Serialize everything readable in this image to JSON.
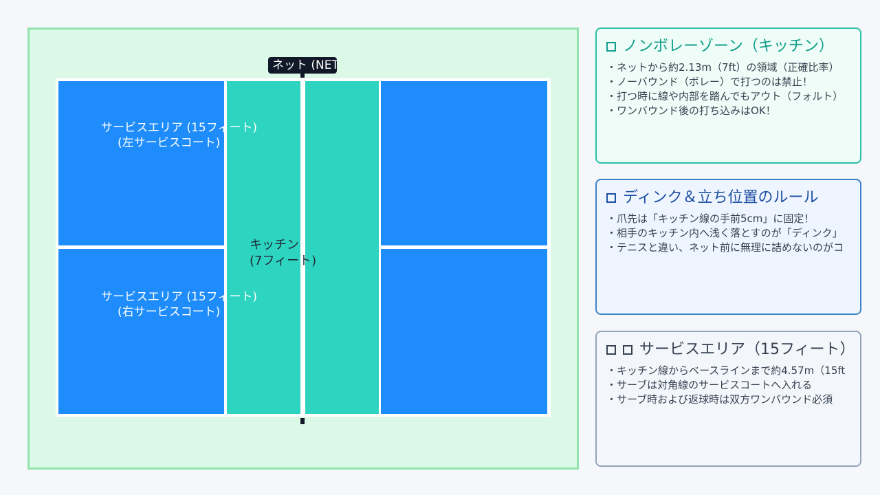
{
  "court": {
    "net_label": "ネット (NET)",
    "service_left": {
      "line1": "サービスエリア (15フィート)",
      "line2": "(左サービスコート)"
    },
    "service_right": {
      "line1": "サービスエリア (15フィート)",
      "line2": "(右サービスコート)"
    },
    "kitchen": {
      "line1": "キッチン",
      "line2": "(7フィート)"
    },
    "colors": {
      "service_area": "#1e8cfb",
      "kitchen": "#2dd4bf",
      "frame": "#dcf8e6",
      "net": "#111827"
    }
  },
  "panels": {
    "nvz": {
      "title": "ノンボレーゾーン（キッチン）",
      "icon": "checkbox-icon",
      "items": [
        "ネットから約2.13m（7ft）の領域（正確比率）",
        "ノーバウンド（ボレー）で打つのは禁止！",
        "打つ時に線や内部を踏んでもアウト（フォルト）",
        "ワンバウンド後の打ち込みはOK！"
      ]
    },
    "dink": {
      "title": "ディンク＆立ち位置のルール",
      "icon": "checkbox-icon",
      "items": [
        "爪先は「キッチン線の手前5cm」に固定！",
        "相手のキッチン内へ浅く落とすのが「ディンク」",
        "テニスと違い、ネット前に無理に詰めないのがコ"
      ]
    },
    "service": {
      "title": "サービスエリア（15フィート）",
      "icon": "checkbox-icon",
      "items": [
        "キッチン線からベースラインまで約4.57m（15ft",
        "サーブは対角線のサービスコートへ入れる",
        "サーブ時および返球時は双方ワンバウンド必須"
      ]
    }
  }
}
